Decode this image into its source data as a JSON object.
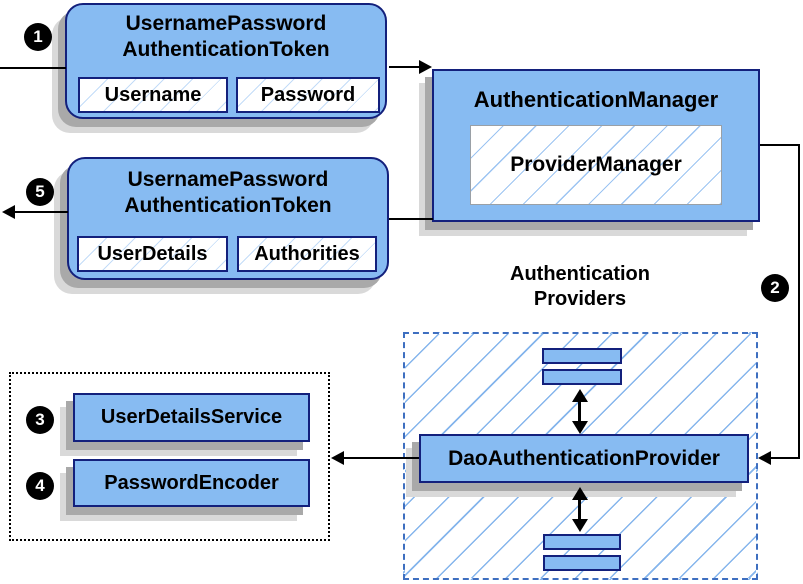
{
  "colors": {
    "node_fill": "#87BBF2",
    "node_border": "#13207C",
    "hatch_line": "#85B5EC",
    "providers_dash_border": "#3E6FC0",
    "services_dot_border": "#000000",
    "shadow_dark": "#A9A9A9",
    "shadow_light": "#D9D9D9",
    "badge_bg": "#000000",
    "arrow": "#000000"
  },
  "nodes": {
    "token_in": {
      "badge": "1",
      "title": "UsernamePassword\nAuthenticationToken",
      "fields": [
        "Username",
        "Password"
      ]
    },
    "auth_manager": {
      "title": "AuthenticationManager",
      "inner": "ProviderManager"
    },
    "token_out": {
      "badge": "5",
      "title": "UsernamePassword\nAuthenticationToken",
      "fields": [
        "UserDetails",
        "Authorities"
      ]
    },
    "providers": {
      "badge": "2",
      "heading": "Authentication\nProviders",
      "main": "DaoAuthenticationProvider"
    },
    "services": {
      "badge_user_details": "3",
      "badge_password_encoder": "4",
      "items": [
        "UserDetailsService",
        "PasswordEncoder"
      ]
    }
  }
}
